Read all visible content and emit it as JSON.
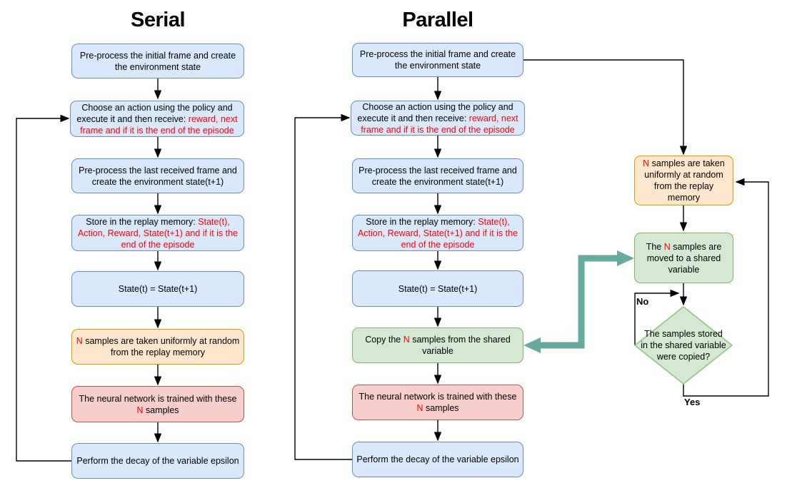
{
  "titles": {
    "serial": "Serial",
    "parallel": "Parallel"
  },
  "edge_labels": {
    "no": "No",
    "yes": "Yes"
  },
  "colors": {
    "blue_fill": "#dae8fc",
    "blue_border": "#6c8ebf",
    "orange_fill": "#ffe6cc",
    "orange_border": "#d79b00",
    "red_fill": "#f8cecc",
    "red_border": "#b85450",
    "green_fill": "#d5e8d4",
    "green_border": "#82b366",
    "diamond_fill": "#d5e8d4",
    "diamond_border": "#93c47d",
    "highlight_text": "#ff0000",
    "transfer_arrow": "#67ab9f",
    "connector": "#000000"
  },
  "boxes": {
    "s1": {
      "pre": "Pre-process the initial frame and create the environment state",
      "red": "",
      "post": ""
    },
    "s2": {
      "pre": "Choose an action using the policy and execute it and then receive: ",
      "red": "reward, next frame and if it is the end of the episode",
      "post": ""
    },
    "s3": {
      "pre": "Pre-process the last received frame and create the environment state(t+1)",
      "red": "",
      "post": ""
    },
    "s4": {
      "pre": "Store in the replay memory: ",
      "red": "State(t), Action, Reward, State(t+1) and if it is the end of the episode",
      "post": ""
    },
    "s5": {
      "pre": "State(t) = State(t+1)",
      "red": "",
      "post": ""
    },
    "s6": {
      "pre": "",
      "red": "N",
      "post": " samples are taken uniformly at random from the replay memory"
    },
    "s7": {
      "pre": "The neural network is trained with these ",
      "red": "N",
      "post": " samples"
    },
    "s8": {
      "pre": "Perform the decay of the variable epsilon",
      "red": "",
      "post": ""
    },
    "p1": {
      "pre": "Pre-process the initial frame and create the environment state",
      "red": "",
      "post": ""
    },
    "p2": {
      "pre": "Choose an action using the policy and execute it and then receive: ",
      "red": "reward, next frame and if it is the end of the episode",
      "post": ""
    },
    "p3": {
      "pre": "Pre-process the last received frame and create the environment state(t+1)",
      "red": "",
      "post": ""
    },
    "p4": {
      "pre": "Store in the replay memory: ",
      "red": "State(t), Action, Reward, State(t+1) and if it is the end of the episode",
      "post": ""
    },
    "p5": {
      "pre": "State(t) = State(t+1)",
      "red": "",
      "post": ""
    },
    "p6": {
      "pre": "Copy the ",
      "red": "N",
      "post": " samples from the shared variable"
    },
    "p7": {
      "pre": "The neural network is trained with these ",
      "red": "N",
      "post": " samples"
    },
    "p8": {
      "pre": "Perform the decay of the variable epsilon",
      "red": "",
      "post": ""
    },
    "r1": {
      "pre": "",
      "red": "N",
      "post": " samples are taken uniformly at random from the replay memory"
    },
    "r2": {
      "pre": "The ",
      "red": "N",
      "post": " samples are moved to a shared variable"
    },
    "d1": {
      "pre": "The samples stored in the shared variable were copied?",
      "red": "",
      "post": ""
    }
  }
}
